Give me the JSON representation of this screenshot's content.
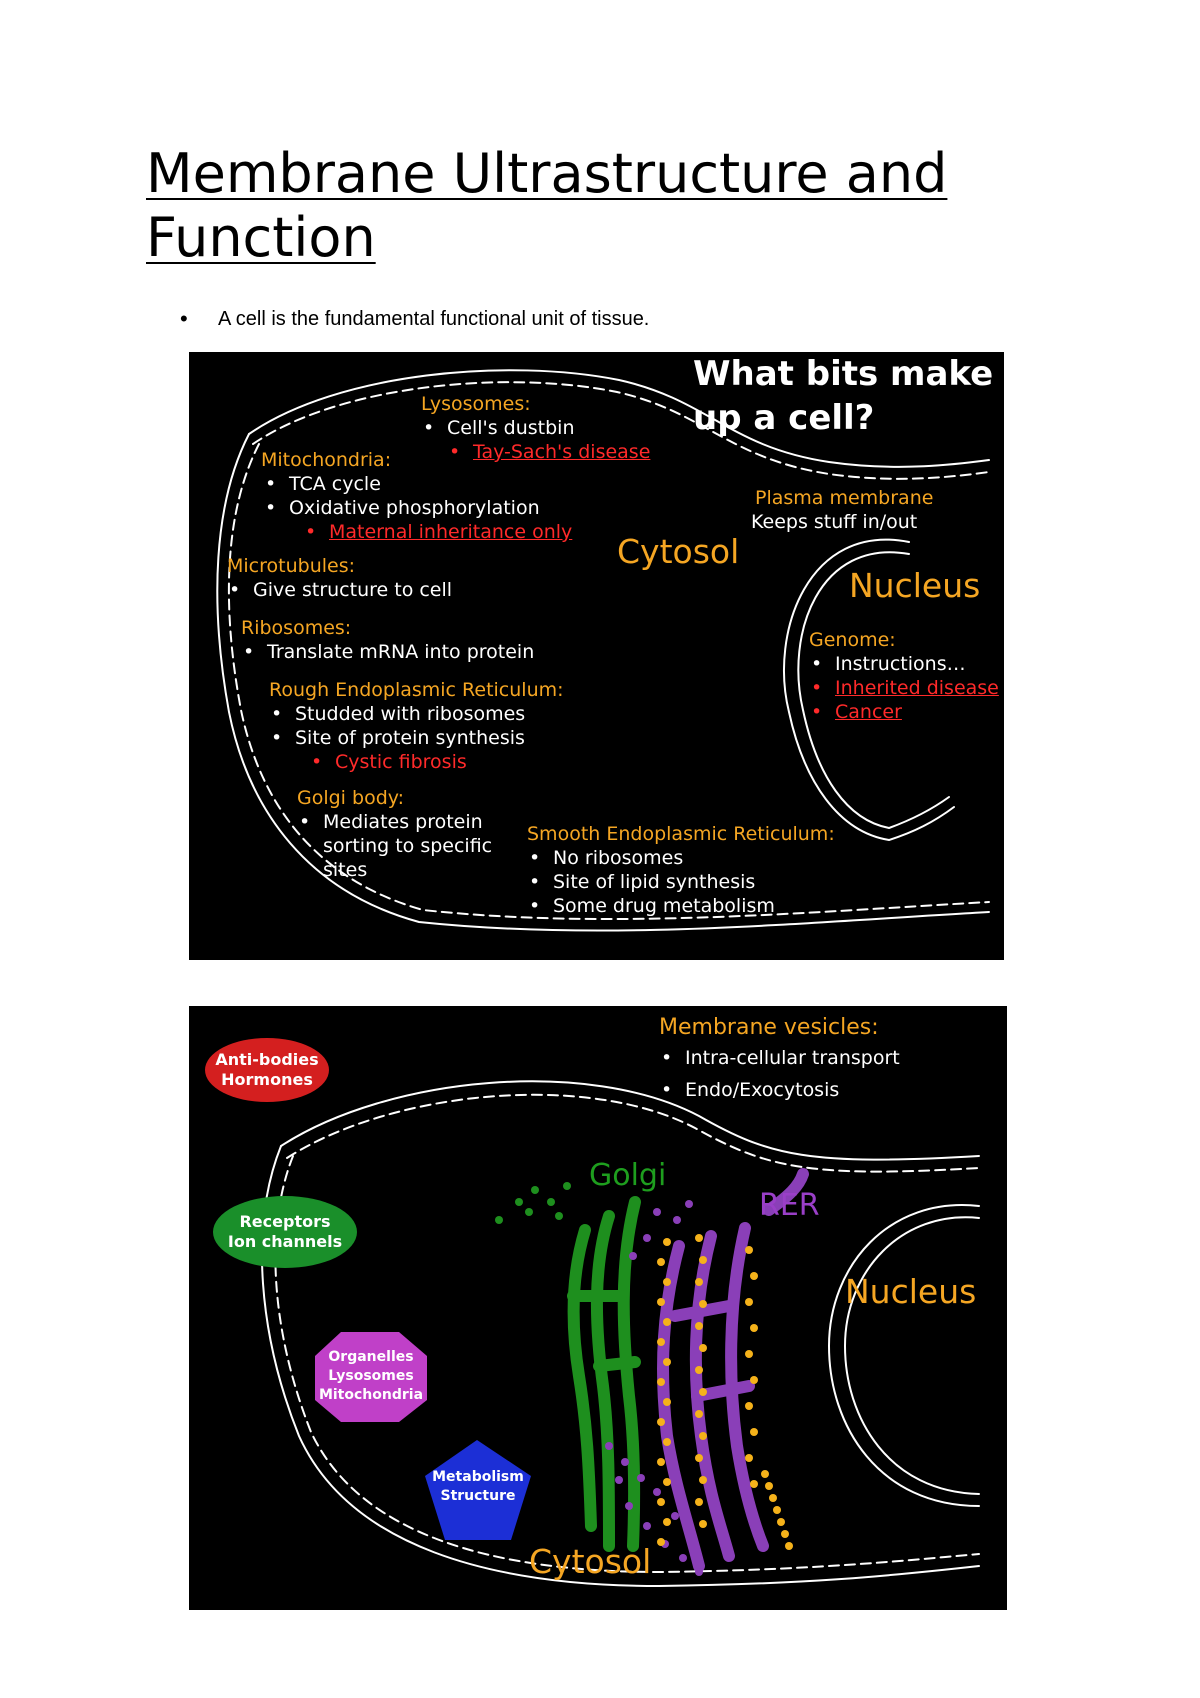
{
  "page": {
    "title": "Membrane Ultrastructure and Function",
    "bullet": "A cell is the fundamental functional unit of tissue."
  },
  "slide1": {
    "heading_line1": "What bits make",
    "heading_line2": "up a cell?",
    "lysosomes": {
      "label": "Lysosomes:",
      "items": [
        "Cell's dustbin"
      ],
      "disease": "Tay-Sach's disease"
    },
    "mitochondria": {
      "label": "Mitochondria:",
      "items": [
        "TCA cycle",
        "Oxidative phosphorylation"
      ],
      "disease": "Maternal inheritance only"
    },
    "plasma_membrane": {
      "label": "Plasma membrane",
      "text": "Keeps stuff in/out"
    },
    "cytosol": "Cytosol",
    "nucleus": "Nucleus",
    "microtubules": {
      "label": "Microtubules:",
      "items": [
        "Give structure to cell"
      ]
    },
    "ribosomes": {
      "label": "Ribosomes:",
      "items": [
        "Translate mRNA into protein"
      ]
    },
    "genome": {
      "label": "Genome:",
      "items": [
        "Instructions…"
      ],
      "diseases": [
        "Inherited disease",
        "Cancer"
      ]
    },
    "rough_er": {
      "label": "Rough Endoplasmic Reticulum:",
      "items": [
        "Studded with ribosomes",
        "Site of protein synthesis"
      ],
      "disease": "Cystic fibrosis"
    },
    "golgi": {
      "label": "Golgi body:",
      "items": [
        "Mediates protein",
        "sorting to specific",
        "sites"
      ]
    },
    "smooth_er": {
      "label": "Smooth Endoplasmic Reticulum:",
      "items": [
        "No ribosomes",
        "Site of lipid synthesis",
        "Some drug metabolism"
      ]
    }
  },
  "slide2": {
    "vesicles": {
      "label": "Membrane vesicles:",
      "items": [
        "Intra-cellular transport",
        "Endo/Exocytosis"
      ]
    },
    "antibodies": [
      "Anti-bodies",
      "Hormones"
    ],
    "receptors": [
      "Receptors",
      "Ion channels"
    ],
    "organelles": [
      "Organelles",
      "Lysosomes",
      "Mitochondria"
    ],
    "metabolism": [
      "Metabolism",
      "Structure"
    ],
    "golgi": "Golgi",
    "rer": "RER",
    "nucleus": "Nucleus",
    "cytosol": "Cytosol"
  },
  "colors": {
    "label_yellow": "#f5a623",
    "disease_red": "#ff2a2a",
    "golgi_green": "#1e8f1e",
    "rer_purple": "#8a3fb8",
    "ribosome_yellow": "#f5b21a",
    "antibody_red": "#d41f1f",
    "receptor_green": "#1a8f2a",
    "organelle_magenta": "#c040c8",
    "metabolism_blue": "#1c2fd6"
  }
}
